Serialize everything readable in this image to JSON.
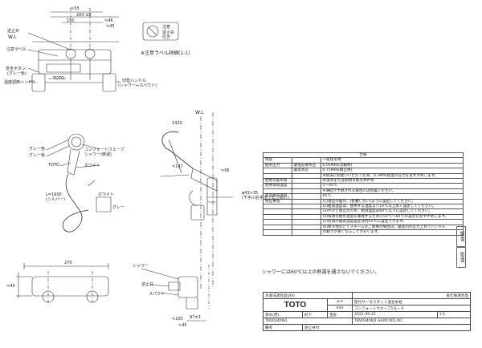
{
  "top_view": {
    "dims": [
      "≒55",
      "200 ±8",
      "150",
      "≒46",
      "≒45"
    ],
    "wl": "W.L",
    "labels_left": [
      "逆止弁",
      "注意ラベル",
      "安全ボタン",
      "(グレー色)",
      "温度調節ハンドル"
    ],
    "label_toto": "TOTO",
    "label_right": [
      "切替ハンドル",
      "(シャワー⇔スパウト)"
    ],
    "caution_ref": "※注意ラベル詳細(1:1)"
  },
  "caution_label": {
    "lines": [
      "注意",
      "逆止弁",
      "付き"
    ]
  },
  "side_view": {
    "wl": "W.L",
    "dims": [
      "1420",
      "≒147",
      "≒95",
      "φ43×35",
      "(千手川右手タッピンねじ)"
    ]
  },
  "shower_view": {
    "labels": [
      "グレー色",
      "グレー色",
      "コンフォートウエーブ",
      "シャワー(節湯)",
      "TOTO",
      "ホワイト",
      "ホワイト",
      "グレー"
    ],
    "hose_len": "L=1600",
    "hose_sub": "(シルバー)"
  },
  "front_view": {
    "dims": [
      "270",
      "≒45",
      "≒100",
      "97±3",
      "≒45"
    ],
    "labels": [
      "シャワー",
      "逆止弁",
      "スパウト"
    ]
  },
  "spec_table": {
    "title": "仕様",
    "rows": [
      {
        "k": "用途",
        "k2": "",
        "v": "一般住宅用"
      },
      {
        "k": "給水圧力",
        "k2": "最低必要水圧",
        "v": "0.05MPa(流動時)"
      },
      {
        "k": "",
        "k2": "最高水圧",
        "v": "0.75MPa(静止時)"
      },
      {
        "k": "",
        "k2": "",
        "v": "※熱湯にお使いいただくため、0.3MPa程度の圧力をおすすめします。"
      },
      {
        "k": "使用可能水質",
        "k2": "",
        "v": "水道水または飲用可能な井戸水"
      },
      {
        "k": "使用環境温度",
        "k2": "",
        "v": "1～40℃"
      },
      {
        "k": "",
        "k2": "",
        "v": "※凍結が予想される場合には措置ください。"
      },
      {
        "k": "最高給湯温度",
        "k2": "",
        "v": "85℃"
      },
      {
        "k": "特記事項",
        "k2": "",
        "v": "(1)湯圧の差の、(影響しない)ように設定してください。"
      },
      {
        "k": "",
        "k2": "",
        "v": "(2)給湯温度は、使用する温度より10℃以上高く設定してください。"
      },
      {
        "k": "",
        "k2": "",
        "v": "(3)やけど防止のため、給湯温度は60℃以下に設定してください。"
      },
      {
        "k": "",
        "k2": "",
        "v": "(4)快適な給水温度を確保するために50℃～60℃の設定をおすすめします。"
      },
      {
        "k": "",
        "k2": "",
        "v": "(5)お湯の最高温度設定は約55℃に設定できます。"
      },
      {
        "k": "",
        "k2": "",
        "v": "(6)寒冷地などでスチームをご使用の場合は、最高内の圧力上昇でハンドル"
      },
      {
        "k": "",
        "k2": "",
        "v": "   の動きが重くなることがあります。"
      }
    ]
  },
  "note": "シャワーには60℃以上の熱湯を通さないでください。",
  "stamps": [
    "給湯",
    "B",
    "節湯",
    "B"
  ],
  "title_block": {
    "left_top": "水道法適合品(JIS)",
    "right_top": "長仕様適合品",
    "product": "壁付サーモスタット混合水栓",
    "series": "コンフォートウエーブ1モード",
    "brand": "TOTO",
    "unit": "mm",
    "date": "2022-09-22",
    "scale": "1:5",
    "drawn": "清水(晃)",
    "checked": "村下",
    "approved": "宝泉",
    "model": "TBV03409J1",
    "drawing_no": "TBV03409J1-SA00.001.00",
    "remark_label": "備考",
    "remark": "逆止弁付"
  }
}
